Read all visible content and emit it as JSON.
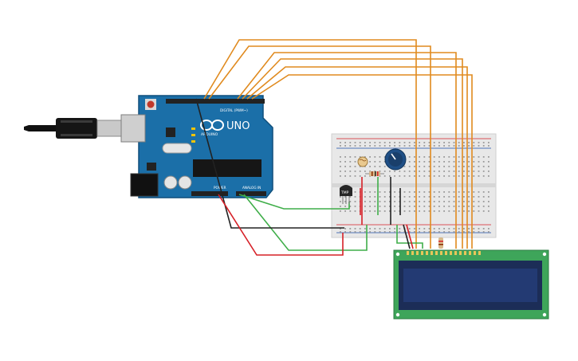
{
  "colors": {
    "board": "#1b6fa8",
    "board_dark": "#0f4f7c",
    "breadboard": "#e8e8e8",
    "wire_orange": "#e08a1e",
    "wire_green": "#3fae49",
    "wire_red": "#d62027",
    "wire_black": "#222222",
    "lcd_pcb": "#3ea55a",
    "lcd_screen": "#233a73"
  },
  "arduino": {
    "logo_text": "UNO",
    "brand_text": "ARDUINO",
    "digital_label": "DIGITAL (PWM~)",
    "power_label": "POWER",
    "analog_label": "ANALOG IN"
  },
  "sensor": {
    "label": "TMP"
  },
  "icons": [
    "usb-cable-icon",
    "arduino-infinity-icon",
    "potentiometer-icon",
    "photoresistor-icon",
    "resistor-icon",
    "temperature-sensor-icon",
    "lcd-icon"
  ]
}
